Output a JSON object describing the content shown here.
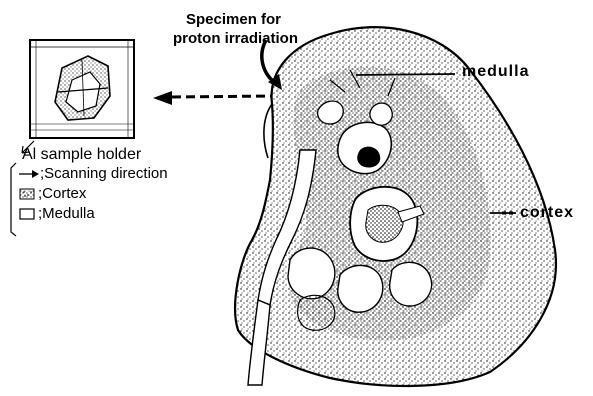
{
  "figure": {
    "specimen_label_line1": "Specimen for",
    "specimen_label_line2": "proton irradiation",
    "medulla_label": "medulla",
    "cortex_label": "cortex",
    "holder_label": "Al sample holder",
    "legend": [
      {
        "symbol": "arrow",
        "text": ";Scanning direction"
      },
      {
        "symbol": "dotted-box",
        "text": ";Cortex"
      },
      {
        "symbol": "empty-box",
        "text": ";Medulla"
      }
    ]
  }
}
